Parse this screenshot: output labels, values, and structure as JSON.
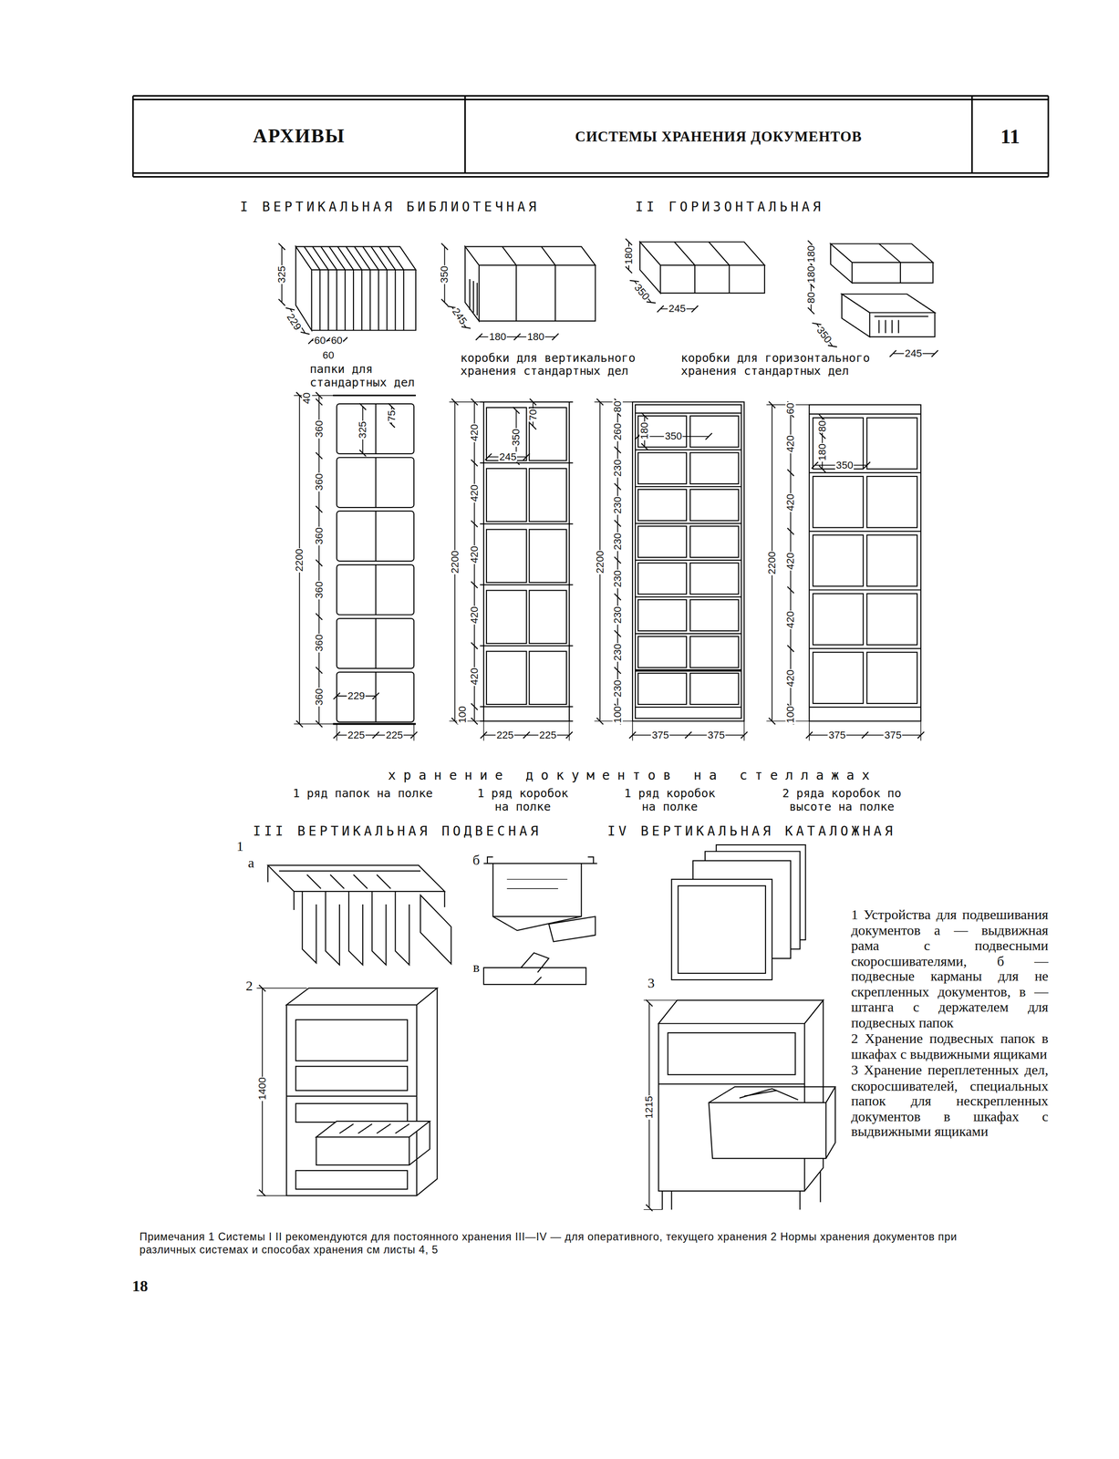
{
  "diagram": {
    "caption": "Примечания 1 Системы I II рекомендуются для постоянного хранения III—IV — для оперативного, текущего хранения 2 Нормы хранения документов при различных системах и способах хранения см листы 4, 5",
    "nodes": [
      {
        "text": [
          "АРХИВЫ"
        ]
      },
      {
        "text": [
          "СИСТЕМЫ ХРАНЕНИЯ ДОКУМЕНТОВ"
        ]
      },
      {
        "text": [
          "11"
        ]
      }
    ],
    "labels": [
      "I ВЕРТИКАЛЬНАЯ БИБЛИОТЕЧНАЯ",
      "II ГОРИЗОНТАЛЬНАЯ",
      "325",
      "229",
      "60",
      "60",
      "60",
      "350",
      "245",
      "180",
      "180",
      "180",
      "350",
      "245",
      "180",
      "180",
      "80",
      "350",
      "245",
      "папки для стандартных дел",
      "коробки для вертикального хранения стандартных дел",
      "коробки для горизонтального хранения стандартных дел",
      "40",
      "325",
      "75",
      "360",
      "360",
      "360",
      "360",
      "360",
      "360",
      "229",
      "2200",
      "225",
      "225",
      "70",
      "350",
      "245",
      "420",
      "420",
      "420",
      "420",
      "420",
      "2200",
      "100",
      "225",
      "225",
      "80",
      "180",
      "350",
      "260",
      "230",
      "230",
      "230",
      "230",
      "230",
      "230",
      "230",
      "2200",
      "100",
      "375",
      "375",
      "60",
      "80",
      "180",
      "350",
      "420",
      "420",
      "420",
      "420",
      "420",
      "2200",
      "100",
      "375",
      "375",
      "хранение документов на стеллажах",
      "1 ряд папок на полке",
      "1 ряд коробок на полке",
      "1 ряд коробок на полке",
      "2 ряда коробок по высоте на полке",
      "III ВЕРТИКАЛЬНАЯ ПОДВЕСНАЯ",
      "IV ВЕРТИКАЛЬНАЯ КАТАЛОЖНАЯ",
      "1",
      "а",
      "б",
      "в",
      "2",
      "1400",
      "3",
      "1215",
      "1 Устройства для подвешивания документов а — выдвижная рама с подвесными скоросшивателями, б — подвесные карманы для не скрепленных документов, в — штанга с держателем для подвесных папок",
      "2 Хранение подвесных папок в шкафах с выдвижными ящиками",
      "3 Хранение переплетенных дел, скоросшивателей, специальных папок для нескрепленных документов в шкафах с выдвижными ящиками",
      "18"
    ]
  }
}
